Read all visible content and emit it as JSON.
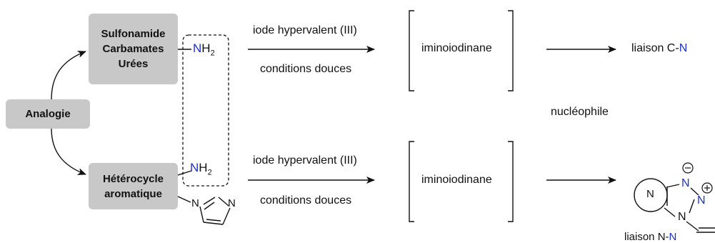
{
  "analogy_label": "Analogie",
  "top": {
    "substrate_lines": [
      "Sulfonamide",
      "Carbamates",
      "Urées"
    ],
    "reagent": "iode hypervalent (III)",
    "conditions": "conditions douces",
    "intermediate": "iminoiodinane",
    "result_prefix": "liaison C-",
    "result_atom": "N"
  },
  "bottom": {
    "substrate_lines": [
      "Hétérocycle",
      "aromatique"
    ],
    "reagent": "iode hypervalent (III)",
    "conditions": "conditions douces",
    "intermediate": "iminoiodinane",
    "result_prefix": "liaison N-",
    "result_atom": "N"
  },
  "amine_N": "N",
  "amine_H": "H",
  "amine_sub": "2",
  "middle_label": "nucléophile",
  "ring_label": "N",
  "structure_atoms": {
    "n": "N"
  },
  "colors": {
    "heteroatom": "#1f2fd0",
    "box": "#c8c8c8"
  }
}
